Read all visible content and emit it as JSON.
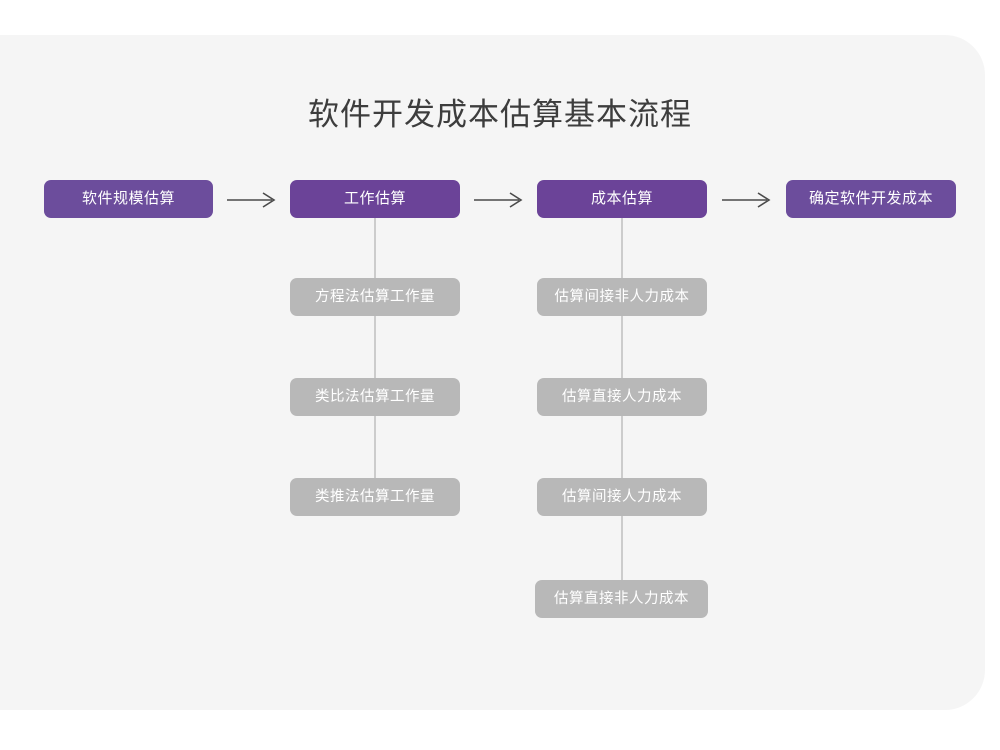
{
  "page": {
    "title": "软件开发成本估算基本流程",
    "background_color": "#ffffff",
    "card_color": "#f5f5f5"
  },
  "colors": {
    "primary": "#6b4398",
    "primary_soft": "#6c4d9c",
    "sub": "#b8b8b8",
    "connector": "#cccccc",
    "arrow": "#4a4a4a",
    "title_text": "#3d3d3d",
    "node_text": "#ffffff"
  },
  "chart_data": {
    "type": "diagram",
    "title": "软件开发成本估算基本流程",
    "orientation": "left-to-right with vertical sub-branches",
    "main_flow": [
      {
        "id": "step1",
        "label": "软件规模估算",
        "children": []
      },
      {
        "id": "step2",
        "label": "工作估算",
        "children": [
          "方程法估算工作量",
          "类比法估算工作量",
          "类推法估算工作量"
        ]
      },
      {
        "id": "step3",
        "label": "成本估算",
        "children": [
          "估算间接非人力成本",
          "估算直接人力成本",
          "估算间接人力成本",
          "估算直接非人力成本"
        ]
      },
      {
        "id": "step4",
        "label": "确定软件开发成本",
        "children": []
      }
    ],
    "connectors": [
      {
        "from": "step1",
        "to": "step2",
        "type": "arrow-right"
      },
      {
        "from": "step2",
        "to": "step3",
        "type": "arrow-right"
      },
      {
        "from": "step3",
        "to": "step4",
        "type": "arrow-right"
      }
    ]
  },
  "flow": {
    "steps": [
      {
        "label": "软件规模估算"
      },
      {
        "label": "工作估算"
      },
      {
        "label": "成本估算"
      },
      {
        "label": "确定软件开发成本"
      }
    ],
    "arrows": [
      {
        "glyph": "→"
      },
      {
        "glyph": "→"
      },
      {
        "glyph": "→"
      }
    ],
    "effort_branch": [
      {
        "label": "方程法估算工作量"
      },
      {
        "label": "类比法估算工作量"
      },
      {
        "label": "类推法估算工作量"
      }
    ],
    "cost_branch": [
      {
        "label": "估算间接非人力成本"
      },
      {
        "label": "估算直接人力成本"
      },
      {
        "label": "估算间接人力成本"
      },
      {
        "label": "估算直接非人力成本"
      }
    ]
  }
}
